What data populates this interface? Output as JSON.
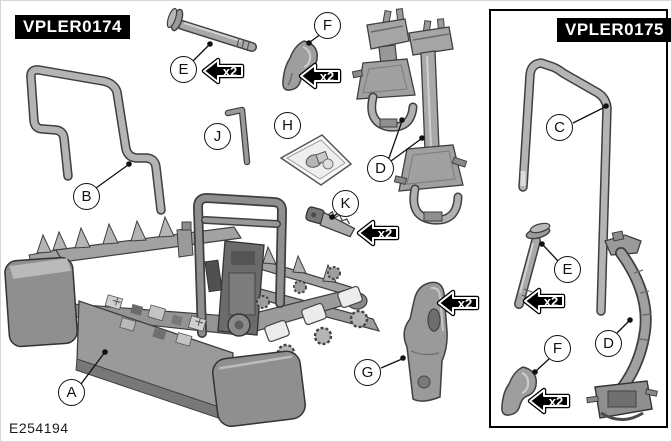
{
  "diagram": {
    "figure_id": "E254194",
    "kits": [
      {
        "part_number": "VPLER0174"
      },
      {
        "part_number": "VPLER0175"
      }
    ]
  },
  "callouts": [
    {
      "letter": "A"
    },
    {
      "letter": "B"
    },
    {
      "letter": "D"
    },
    {
      "letter": "E"
    },
    {
      "letter": "F"
    },
    {
      "letter": "G"
    },
    {
      "letter": "H"
    },
    {
      "letter": "J"
    },
    {
      "letter": "K"
    },
    {
      "letter": "C"
    },
    {
      "letter": "D"
    },
    {
      "letter": "E"
    },
    {
      "letter": "F"
    }
  ],
  "badges": [
    {
      "label": "x2"
    },
    {
      "label": "x2"
    },
    {
      "label": "x2"
    },
    {
      "label": "x2"
    },
    {
      "label": "x2"
    },
    {
      "label": "x2"
    }
  ],
  "colors": {
    "label_background": "#000000",
    "label_text": "#ffffff",
    "part_gray": "#a8a8a8",
    "outline": "#3f3f3f",
    "background": "#ffffff"
  }
}
